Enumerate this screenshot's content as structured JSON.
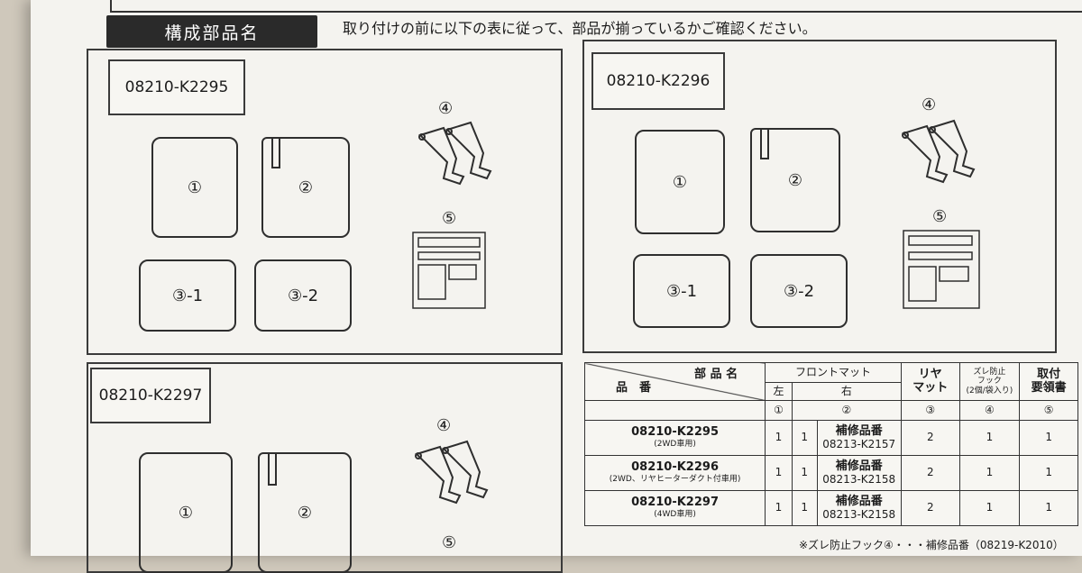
{
  "header": {
    "section_title": "構成部品名",
    "instructions": "取り付けの前に以下の表に従って、部品が揃っているかご確認ください。"
  },
  "kits": [
    {
      "part_number": "08210-K2295"
    },
    {
      "part_number": "08210-K2296"
    },
    {
      "part_number": "08210-K2297"
    }
  ],
  "parts_labels": {
    "p1": "①",
    "p2": "②",
    "p3_1": "③-1",
    "p3_2": "③-2",
    "p4": "④",
    "p5": "⑤"
  },
  "table": {
    "part_name_label": "部 品 名",
    "part_number_label": "品　番",
    "front_mat": "フロントマット",
    "left": "左",
    "right": "右",
    "rear_mat_1": "リヤ",
    "rear_mat_2": "マット",
    "hook_1": "ズレ防止",
    "hook_2": "フック",
    "hook_3": "(2個/袋入り)",
    "manual_1": "取付",
    "manual_2": "要領書",
    "col_nums": [
      "①",
      "②",
      "③",
      "④",
      "⑤"
    ],
    "rows": [
      {
        "pn": "08210-K2295",
        "sub": "(2WD車用)",
        "left": "1",
        "right_a": "1",
        "repair_label": "補修品番",
        "repair_pn": "08213-K2157",
        "rear": "2",
        "hook": "1",
        "manual": "1"
      },
      {
        "pn": "08210-K2296",
        "sub": "(2WD、リヤヒーターダクト付車用)",
        "left": "1",
        "right_a": "1",
        "repair_label": "補修品番",
        "repair_pn": "08213-K2158",
        "rear": "2",
        "hook": "1",
        "manual": "1"
      },
      {
        "pn": "08210-K2297",
        "sub": "(4WD車用)",
        "left": "1",
        "right_a": "1",
        "repair_label": "補修品番",
        "repair_pn": "08213-K2158",
        "rear": "2",
        "hook": "1",
        "manual": "1"
      }
    ]
  },
  "footnote": "※ズレ防止フック④・・・補修品番（08219-K2010）"
}
